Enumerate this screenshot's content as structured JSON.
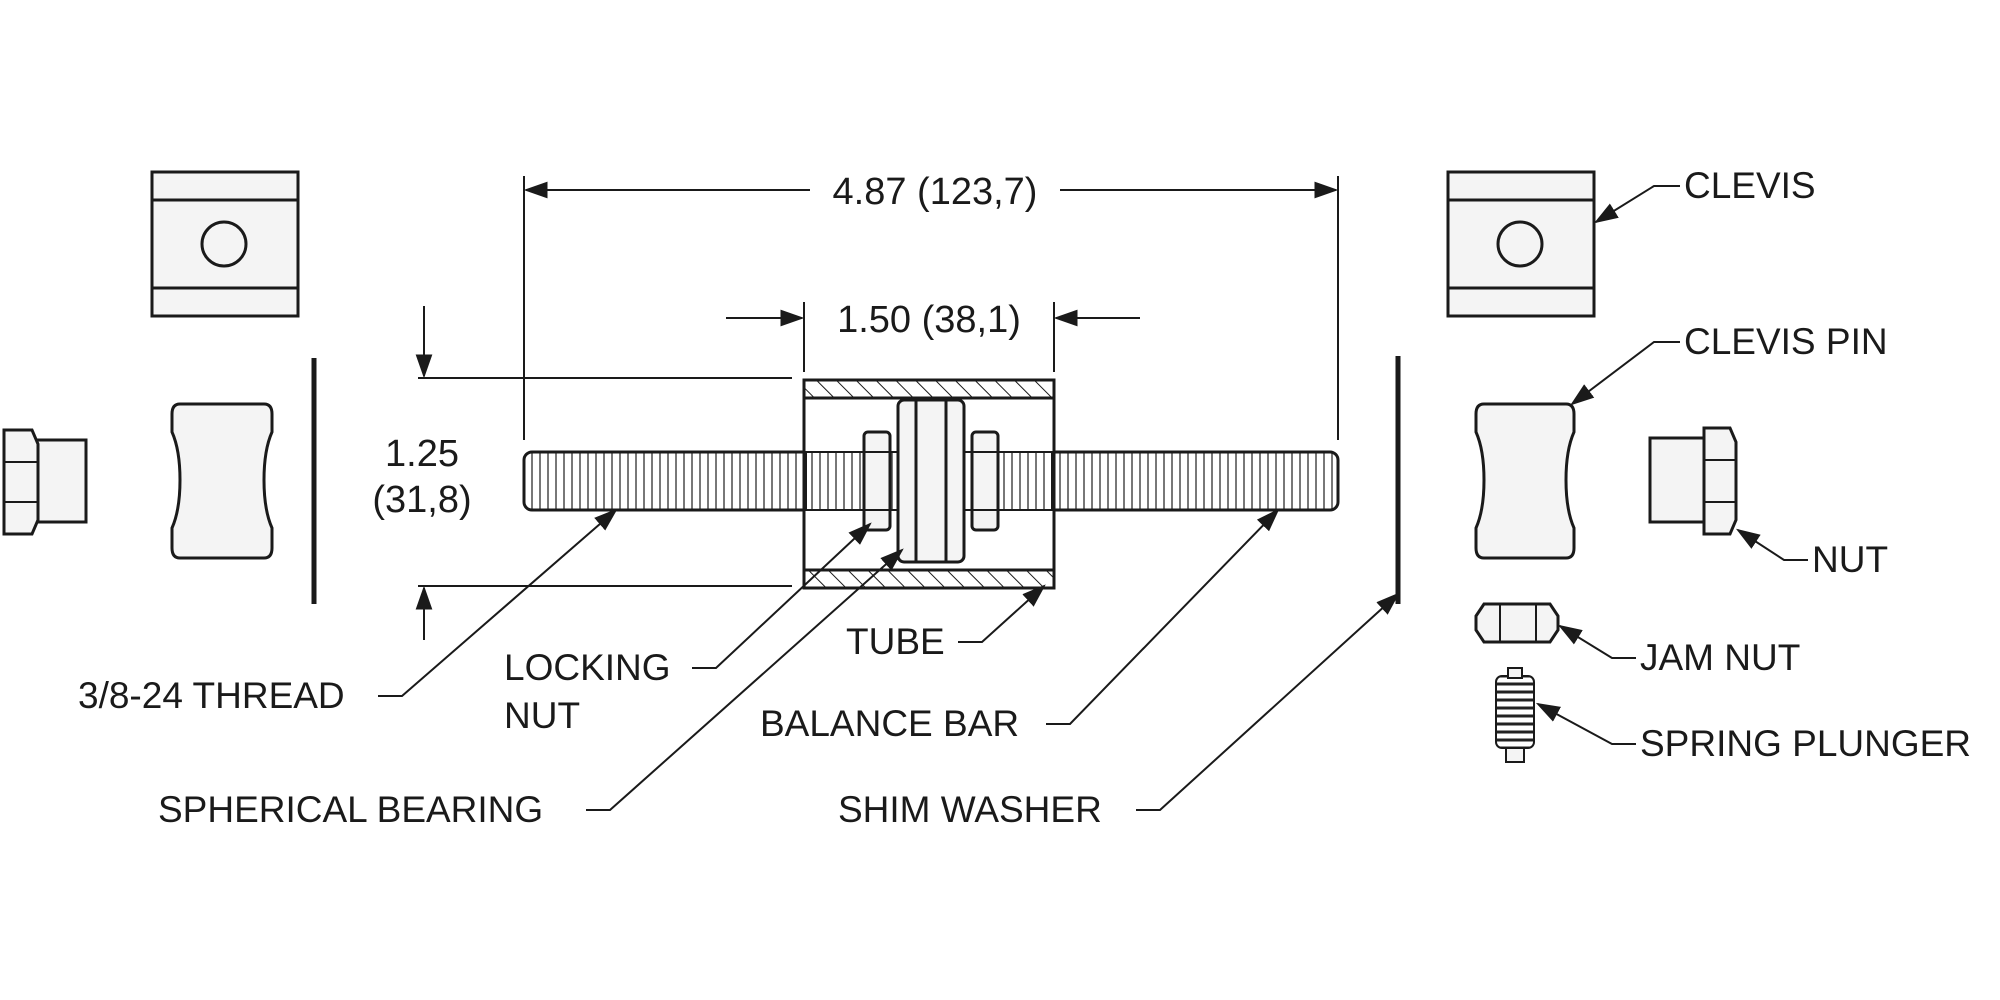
{
  "dimensions": {
    "overall": "4.87 (123,7)",
    "tube_length": "1.50 (38,1)",
    "tube_diameter_in": "1.25",
    "tube_diameter_mm": "(31,8)"
  },
  "labels": {
    "clevis": "CLEVIS",
    "clevis_pin": "CLEVIS PIN",
    "nut": "NUT",
    "jam_nut": "JAM NUT",
    "spring_plunger": "SPRING PLUNGER",
    "thread": "3/8-24 THREAD",
    "locking_nut_line1": "LOCKING",
    "locking_nut_line2": "NUT",
    "tube": "TUBE",
    "balance_bar": "BALANCE BAR",
    "spherical_bearing": "SPHERICAL BEARING",
    "shim_washer": "SHIM WASHER"
  }
}
